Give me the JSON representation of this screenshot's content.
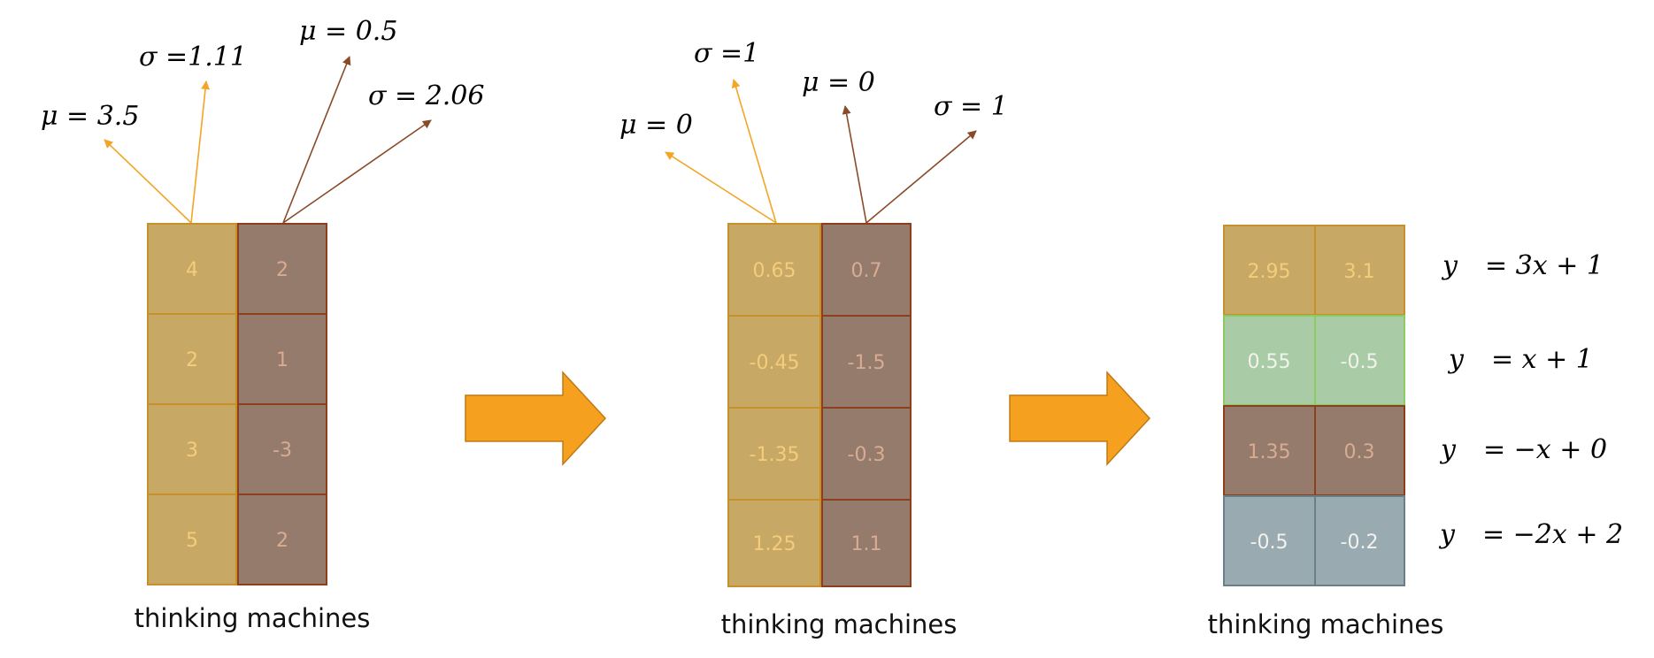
{
  "colors": {
    "tan_fill": "#c8a865",
    "tan_stroke": "#c8902a",
    "brown_fill": "#957b6c",
    "brown_stroke": "#8b3f1d",
    "green_fill": "#a9cca7",
    "green_stroke": "#8ccb62",
    "blue_fill": "#9aaab1",
    "blue_stroke": "#6a7f88",
    "arrow_orange": "#f5a11f",
    "tan_text": "#f4cd7c",
    "brown_text": "#d8ab92",
    "light_text": "#f2f2ee",
    "orange_line": "#f3a526",
    "brown_line": "#8a4a28"
  },
  "panel1": {
    "col1": [
      "4",
      "2",
      "3",
      "5"
    ],
    "col2": [
      "2",
      "1",
      "-3",
      "2"
    ],
    "labels": {
      "mu1": "μ = 3.5",
      "sigma1": "σ =1.11",
      "mu2": "μ = 0.5",
      "sigma2": "σ = 2.06"
    },
    "caption": "thinking machines"
  },
  "panel2": {
    "col1": [
      "0.65",
      "-0.45",
      "-1.35",
      "1.25"
    ],
    "col2": [
      "0.7",
      "-1.5",
      "-0.3",
      "1.1"
    ],
    "labels": {
      "mu1": "μ = 0",
      "sigma1": "σ =1",
      "mu2": "μ = 0",
      "sigma2": "σ = 1"
    },
    "caption": "thinking machines"
  },
  "panel3": {
    "rows": [
      {
        "a": "2.95",
        "b": "3.1",
        "eq_y": "y",
        "eq_rhs": "= 3x + 1",
        "color": "tan"
      },
      {
        "a": "0.55",
        "b": "-0.5",
        "eq_y": "y",
        "eq_rhs": "= x + 1",
        "color": "green"
      },
      {
        "a": "1.35",
        "b": "0.3",
        "eq_y": "y",
        "eq_rhs": "= −x + 0",
        "color": "brown"
      },
      {
        "a": "-0.5",
        "b": "-0.2",
        "eq_y": "y",
        "eq_rhs": "= −2x + 2",
        "color": "blue"
      }
    ],
    "caption": "thinking machines"
  },
  "icons": {
    "transition_arrow": "right-block-arrow-icon",
    "label_arrow": "arrowhead-icon"
  }
}
